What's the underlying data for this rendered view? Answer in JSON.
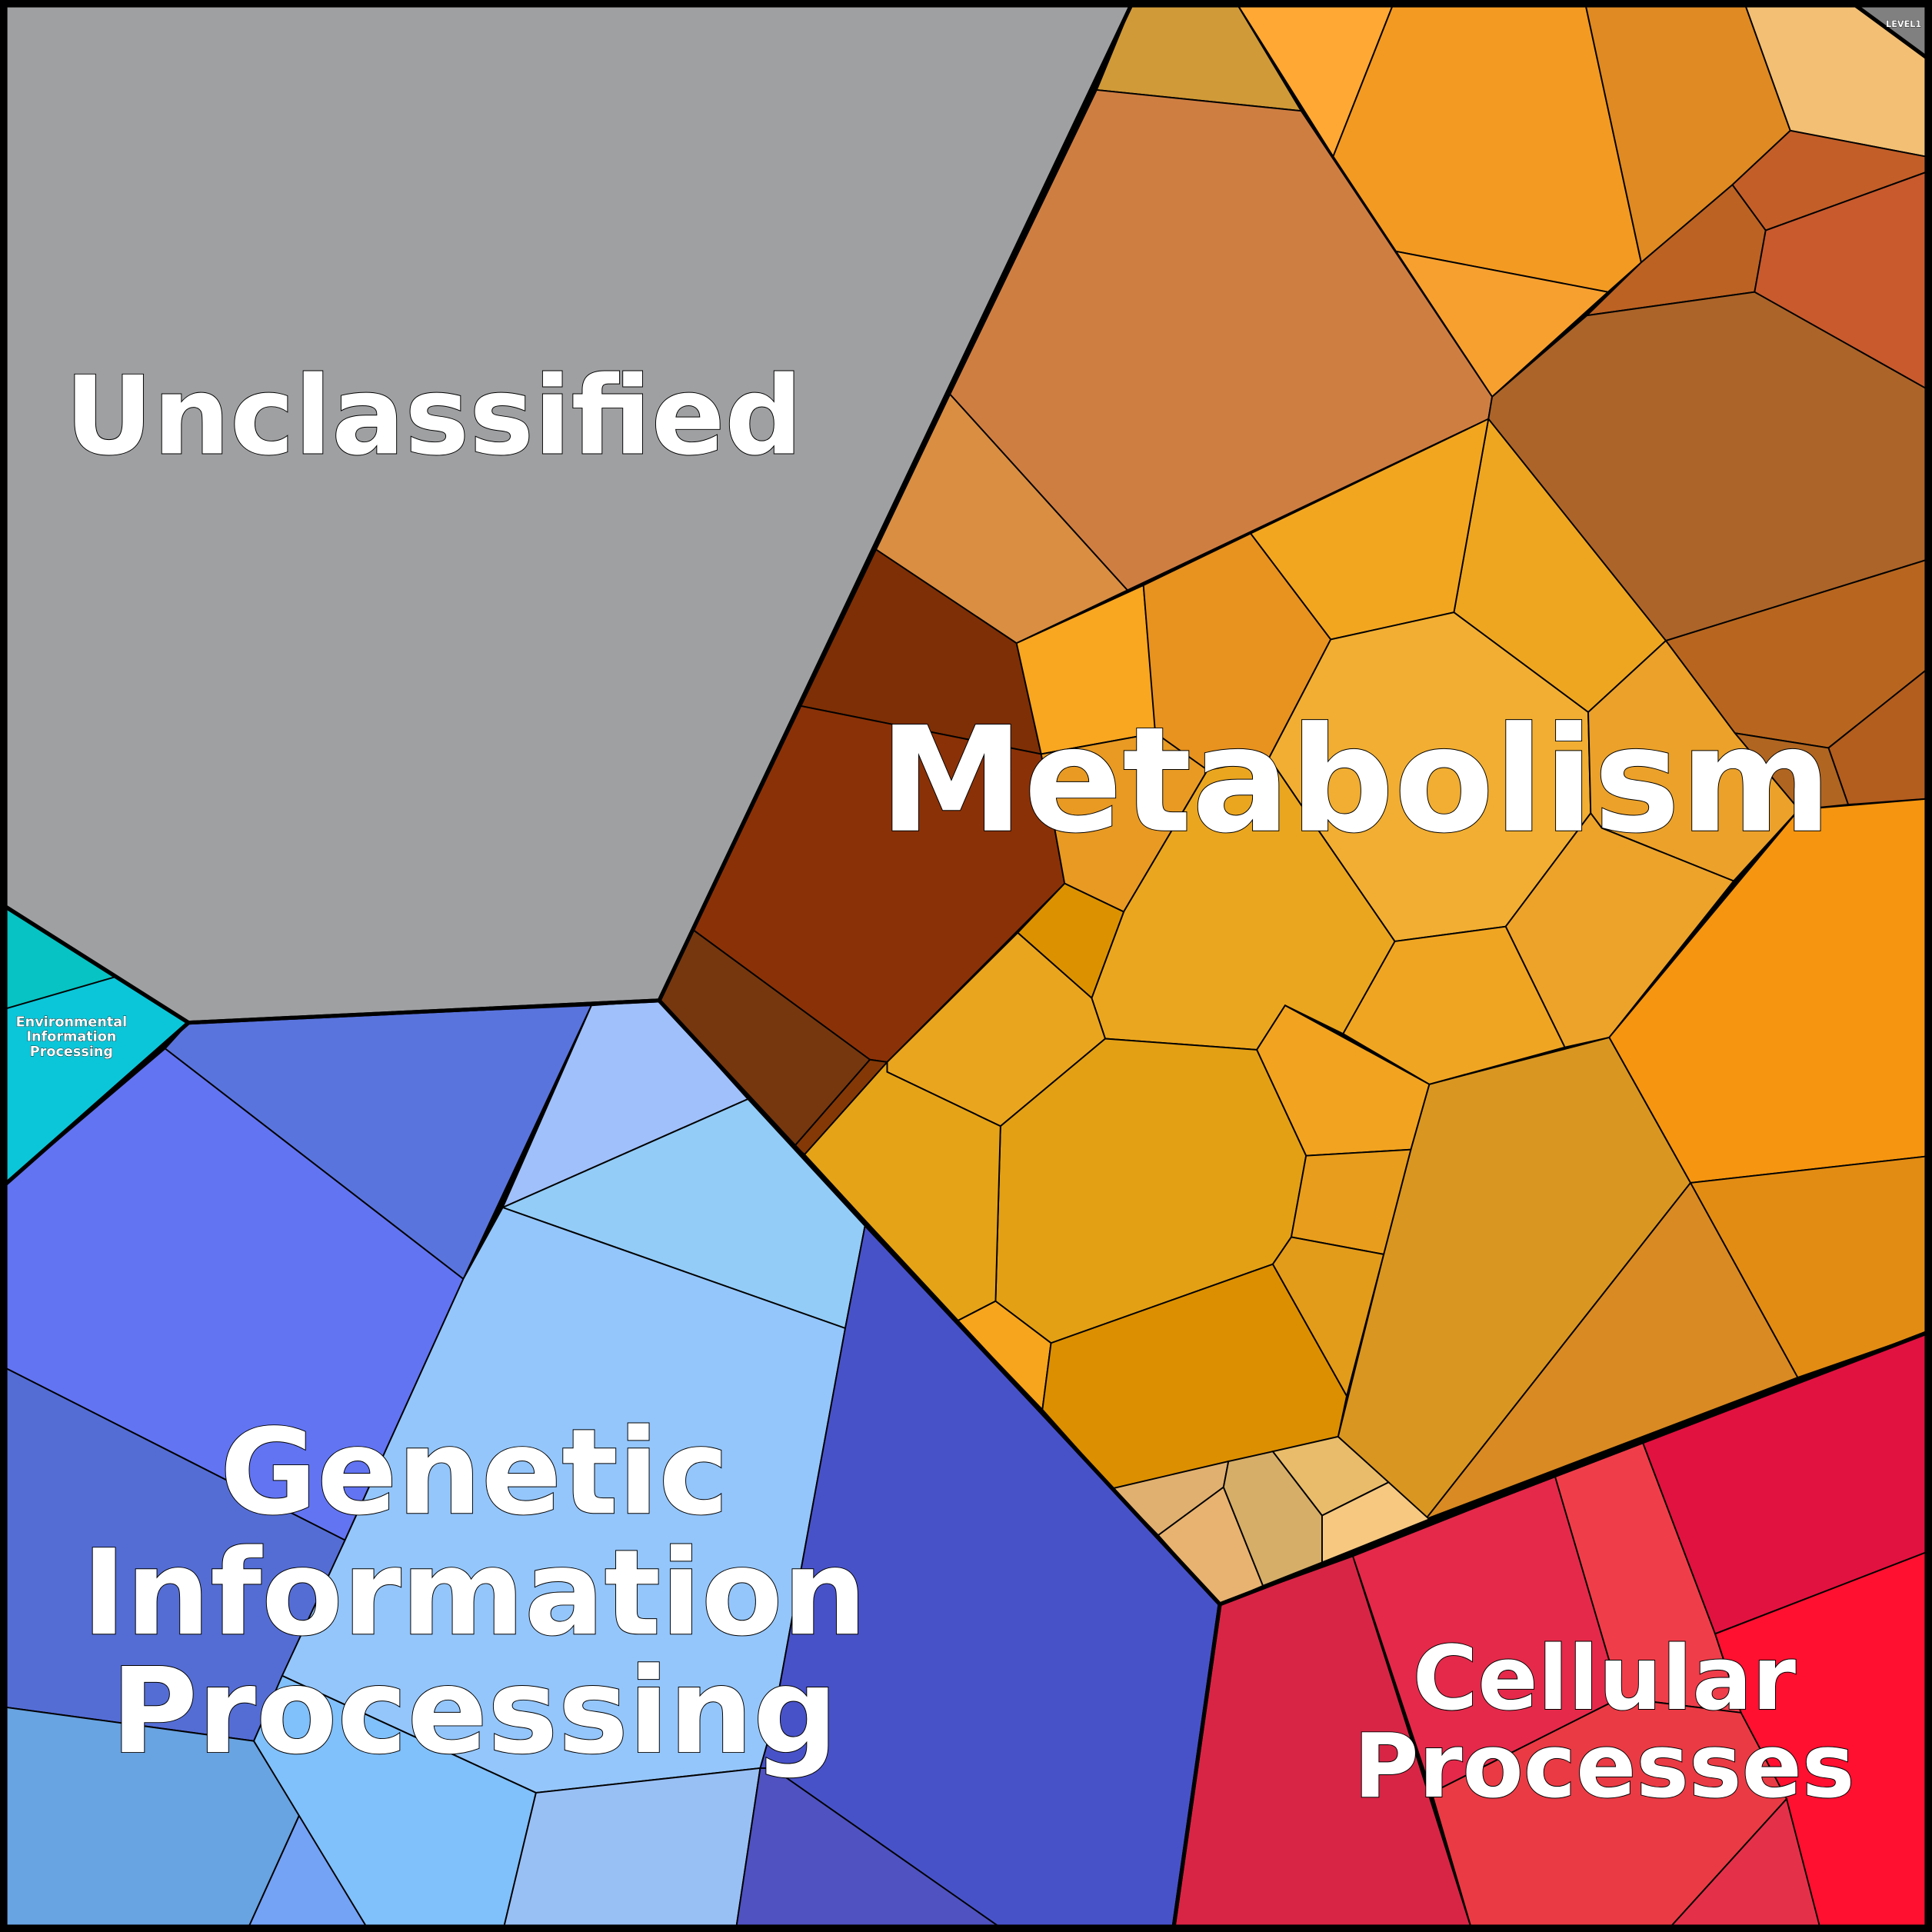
{
  "title": "Voronoi treemap",
  "level_label": "LEVEL1",
  "categories": [
    {
      "key": "unclassified",
      "lines": [
        "Unclassified"
      ],
      "color": "#9fa0a2"
    },
    {
      "key": "metabolism",
      "lines": [
        "Metabolism"
      ],
      "color": "#eba12a"
    },
    {
      "key": "genetic",
      "lines": [
        "Genetic",
        "Information",
        "Processing"
      ],
      "color": "#94c6fc"
    },
    {
      "key": "cellular",
      "lines": [
        "Cellular",
        "Processes"
      ],
      "color": "#e5294a"
    },
    {
      "key": "environmental",
      "lines": [
        "Environmental",
        "Information",
        "Processing"
      ],
      "color": "#0bc6d9"
    }
  ]
}
